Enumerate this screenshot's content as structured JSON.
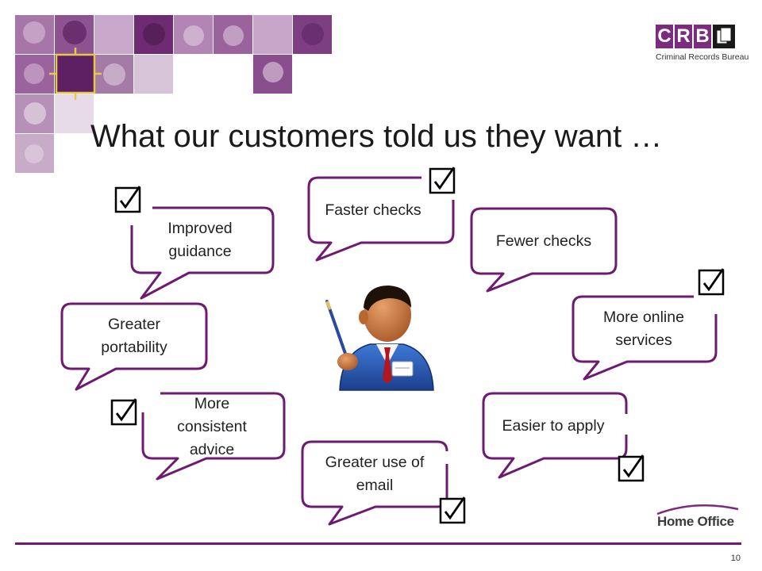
{
  "header": {
    "title": "What our customers told us they want …",
    "logo": {
      "letters": [
        "C",
        "R",
        "B"
      ],
      "subtitle": "Criminal Records Bureau",
      "brand_color": "#7b2c7e"
    }
  },
  "bubbles": [
    {
      "id": "improved-guidance",
      "text": "Improved guidance",
      "checked": true
    },
    {
      "id": "faster-checks",
      "text": "Faster checks",
      "checked": true
    },
    {
      "id": "fewer-checks",
      "text": "Fewer checks",
      "checked": false
    },
    {
      "id": "more-online-services",
      "text": "More online services",
      "checked": true
    },
    {
      "id": "greater-portability",
      "text": "Greater portability",
      "checked": false
    },
    {
      "id": "more-consistent-advice",
      "text": "More consistent advice",
      "checked": true
    },
    {
      "id": "greater-use-of-email",
      "text": "Greater use of email",
      "checked": true
    },
    {
      "id": "easier-to-apply",
      "text": "Easier to apply",
      "checked": true
    }
  ],
  "footer": {
    "logo_text": "Home Office",
    "page_number": "10",
    "line_color": "#6e1a72"
  },
  "colors": {
    "bubble_border": "#6e1a72",
    "mosaic_purple": "#8b4a8f"
  },
  "icons": {
    "check": "ballot-box-with-check",
    "person": "businessman-with-pen"
  }
}
